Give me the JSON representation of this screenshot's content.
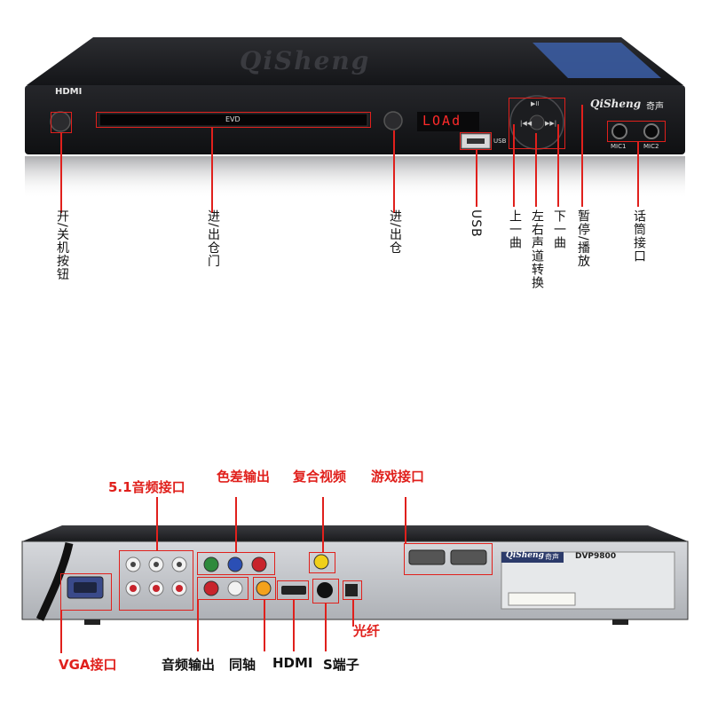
{
  "front": {
    "brand_top": "QiSheng",
    "brand_logo": "QiSheng",
    "brand_cn": "奇声",
    "hdmi_logo": "HDMI",
    "tray_label": "EVD",
    "display_text": "LOAd",
    "usb_port_label": "USB",
    "mic1_label": "MIC1",
    "mic2_label": "MIC2"
  },
  "front_callouts": {
    "power": "开/关机按钮",
    "tray": "进/出仓门",
    "eject": "进/出仓",
    "usb": "USB",
    "prev": "上一曲",
    "audio_channel": "左右声道转换",
    "next": "下一曲",
    "play_pause": "暂停/播放",
    "mic": "话筒接口"
  },
  "rear": {
    "brand_logo": "QiSheng",
    "brand_cn": "奇声",
    "model": "DVP9800"
  },
  "rear_callouts": {
    "audio51": "5.1音频接口",
    "component": "色差输出",
    "composite": "复合视频",
    "game": "游戏接口",
    "vga": "VGA接口",
    "audio_out": "音频输出",
    "coax": "同轴",
    "hdmi": "HDMI",
    "svideo": "S端子",
    "optical": "光纤"
  },
  "colors": {
    "accent_red": "#e0201c",
    "device_body": "#1b1c1f",
    "rear_panel": "#c9cbcf"
  }
}
